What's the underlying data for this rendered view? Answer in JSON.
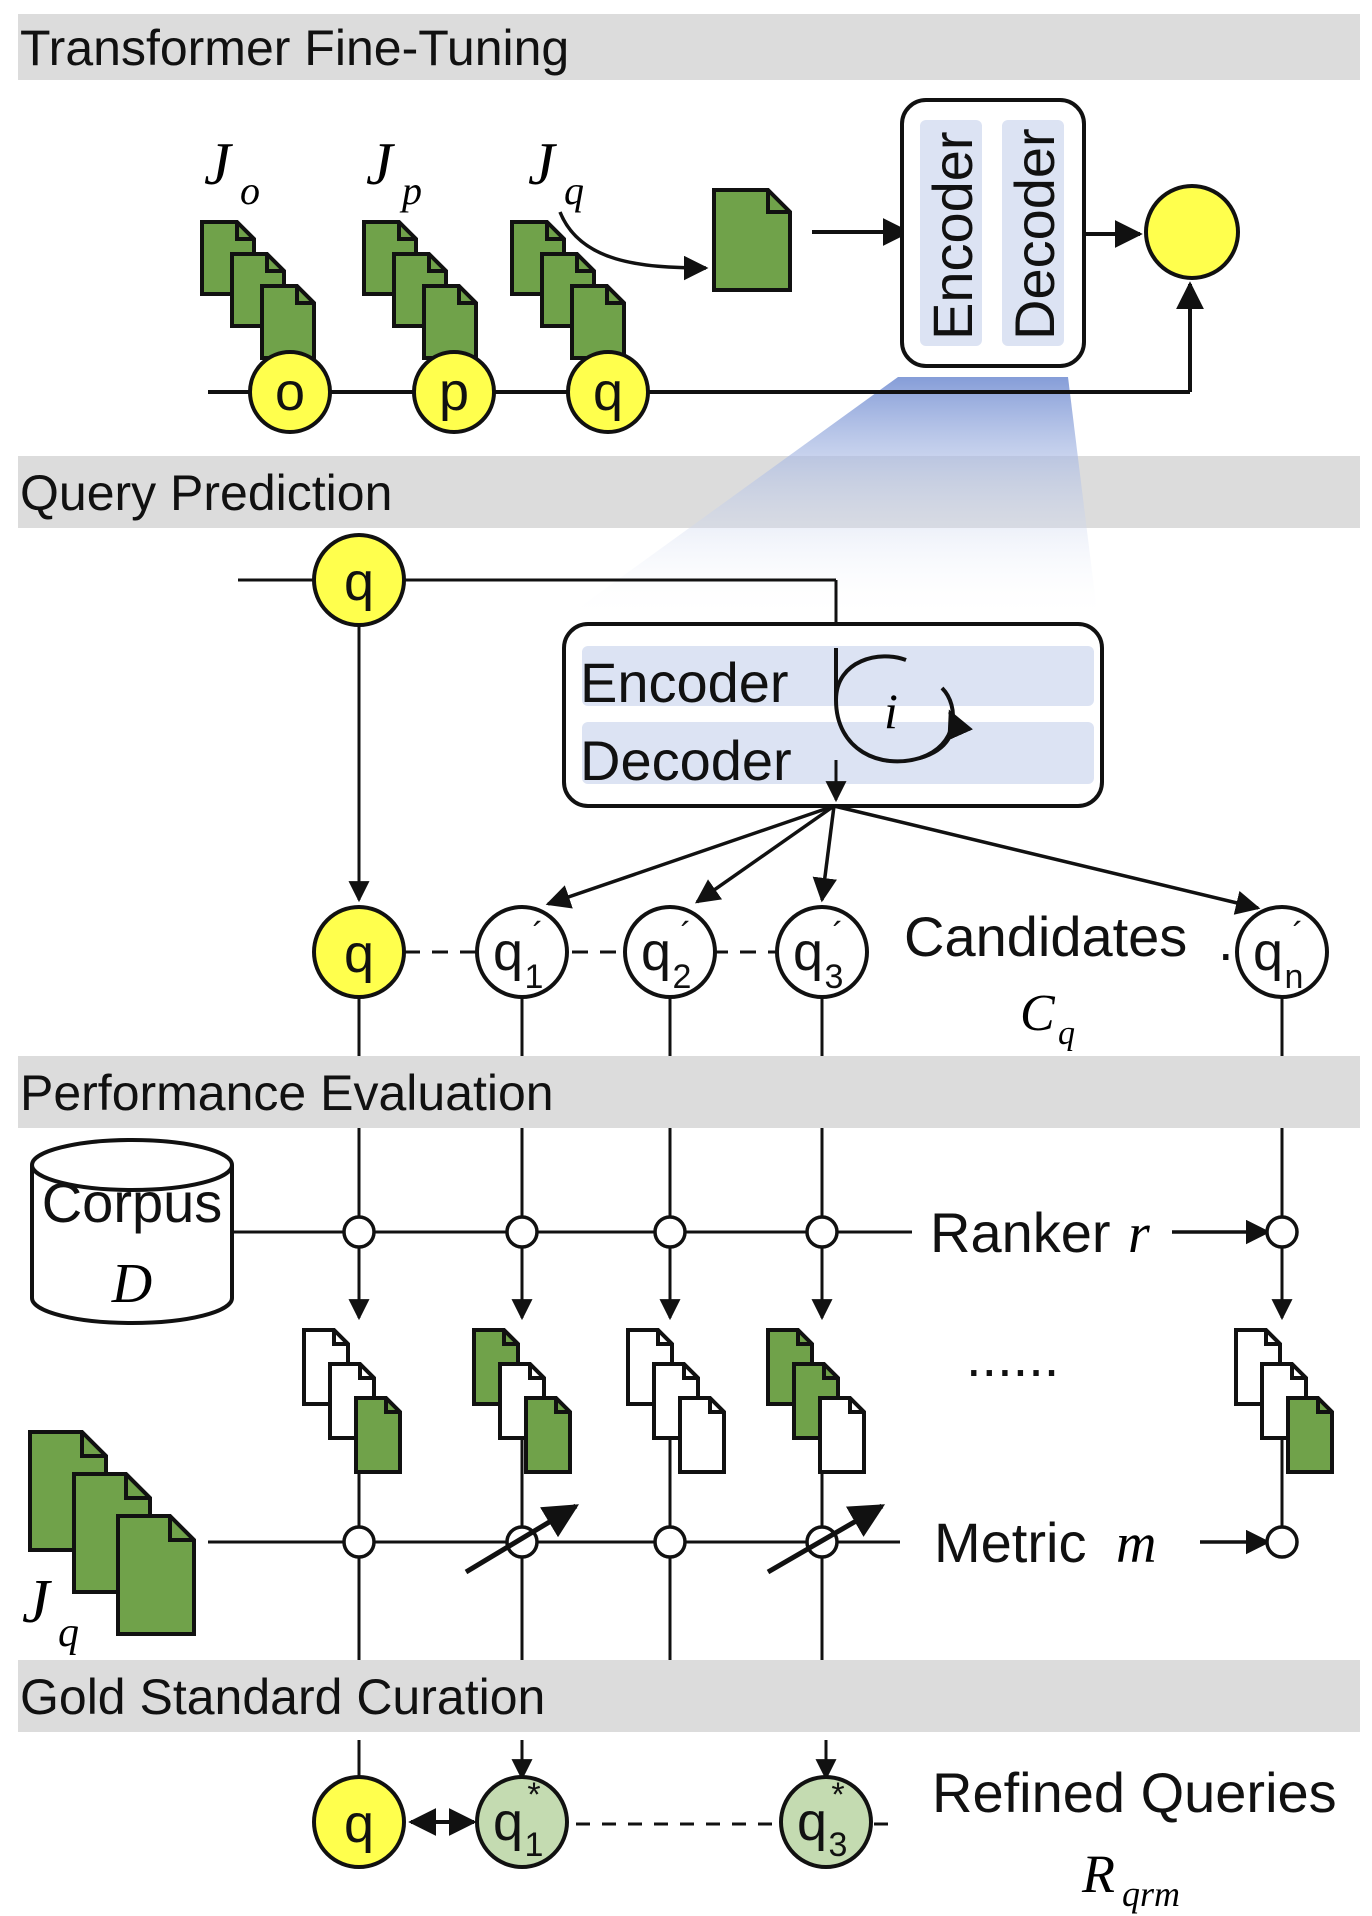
{
  "sections": {
    "fine_tuning": "Transformer Fine-Tuning",
    "query_prediction": "Query Prediction",
    "performance_evaluation": "Performance Evaluation",
    "gold_standard": "Gold Standard Curation"
  },
  "fine_tuning": {
    "judgment_labels": [
      {
        "base": "J",
        "sub": "o"
      },
      {
        "base": "J",
        "sub": "p"
      },
      {
        "base": "J",
        "sub": "q"
      }
    ],
    "query_nodes": [
      "o",
      "p",
      "q"
    ],
    "encoder": "Encoder",
    "decoder": "Decoder"
  },
  "query_prediction": {
    "input_query": "q",
    "encoder": "Encoder",
    "decoder": "Decoder",
    "iteration": "i",
    "original_query": "q",
    "candidates": [
      {
        "base": "q",
        "sup": "´",
        "sub": "1"
      },
      {
        "base": "q",
        "sup": "´",
        "sub": "2"
      },
      {
        "base": "q",
        "sup": "´",
        "sub": "3"
      },
      {
        "base": "q",
        "sup": "´",
        "sub": "n"
      }
    ],
    "candidates_label": "Candidates",
    "candidates_symbol": {
      "base": "C",
      "sub": "q"
    }
  },
  "performance": {
    "corpus_label": "Corpus",
    "corpus_symbol": "D",
    "ranker_label": "Ranker",
    "ranker_symbol": "r",
    "ellipsis": "......",
    "metric_label": "Metric",
    "metric_symbol": "m",
    "judgments": {
      "base": "J",
      "sub": "q"
    },
    "result_sets": [
      {
        "pattern": [
          "white",
          "white",
          "green"
        ]
      },
      {
        "pattern": [
          "green",
          "white",
          "green"
        ]
      },
      {
        "pattern": [
          "white",
          "white",
          "white"
        ]
      },
      {
        "pattern": [
          "green",
          "green",
          "white"
        ]
      },
      {
        "pattern": [
          "white",
          "white",
          "green"
        ]
      }
    ]
  },
  "gold": {
    "query": "q",
    "refined": [
      {
        "base": "q",
        "sup": "*",
        "sub": "1"
      },
      {
        "base": "q",
        "sup": "*",
        "sub": "3"
      }
    ],
    "refined_label": "Refined Queries",
    "refined_symbol": {
      "base": "R",
      "sub": "qrm"
    }
  },
  "colors": {
    "yellow": "#ffff4d",
    "green_doc": "#70a24a",
    "light_green": "#c4dbb1",
    "header_gray": "#dcdcdc",
    "encoder_fill": "#dce3f3",
    "beam_blue": "#8aa2d8"
  }
}
